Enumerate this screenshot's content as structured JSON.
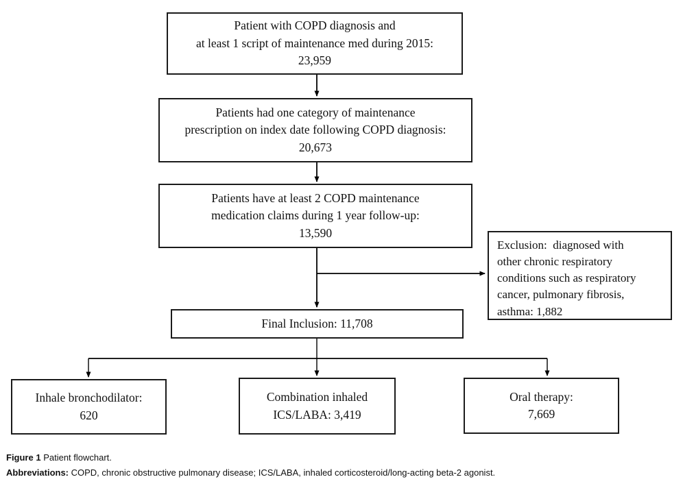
{
  "figure": {
    "caption_label": "Figure 1",
    "caption_text": " Patient flowchart.",
    "abbrev_label": "Abbreviations:",
    "abbrev_text": " COPD, chronic obstructive pulmonary disease; ICS/LABA, inhaled corticosteroid/long-acting beta-2 agonist."
  },
  "flowchart": {
    "step1_text": "Patient with COPD diagnosis and\nat least 1 script of maintenance med during 2015:\n23,959",
    "step2_text": "Patients had one category of maintenance\nprescription on index date following COPD diagnosis:\n20,673",
    "step3_text": "Patients have at least 2 COPD maintenance\nmedication claims during 1 year follow-up:\n13,590",
    "exclusion_text": "Exclusion:  diagnosed with\nother chronic respiratory\nconditions such as respiratory\ncancer, pulmonary fibrosis,\nasthma: 1,882",
    "final_text": "Final Inclusion: 11,708",
    "outcome_bronchodilator_text": "Inhale bronchodilator:\n620",
    "outcome_ics_laba_text": "Combination inhaled\nICS/LABA: 3,419",
    "outcome_oral_text": "Oral therapy:\n7,669"
  },
  "colors": {
    "line": "#000000",
    "box_border": "#1a1a1a",
    "background": "#ffffff"
  }
}
